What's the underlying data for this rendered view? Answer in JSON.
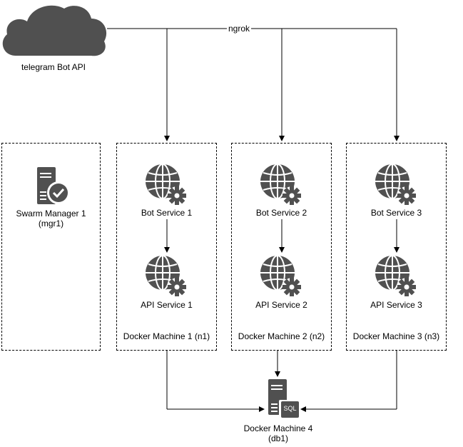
{
  "cloud": {
    "label": "telegram Bot API"
  },
  "connector": {
    "label": "ngrok"
  },
  "manager": {
    "line1": "Swarm Manager 1",
    "line2": "(mgr1)"
  },
  "machines": [
    {
      "bot": "Bot Service 1",
      "api": "API Service 1",
      "label": "Docker Machine 1 (n1)"
    },
    {
      "bot": "Bot Service 2",
      "api": "API Service 2",
      "label": "Docker Machine 2 (n2)"
    },
    {
      "bot": "Bot Service 3",
      "api": "API Service 3",
      "label": "Docker Machine 3 (n3)"
    }
  ],
  "database": {
    "line1": "Docker Machine 4",
    "line2": "(db1)",
    "badge": "SQL"
  },
  "colors": {
    "icon": "#505050",
    "line": "#000000",
    "cloud": "#505050"
  }
}
